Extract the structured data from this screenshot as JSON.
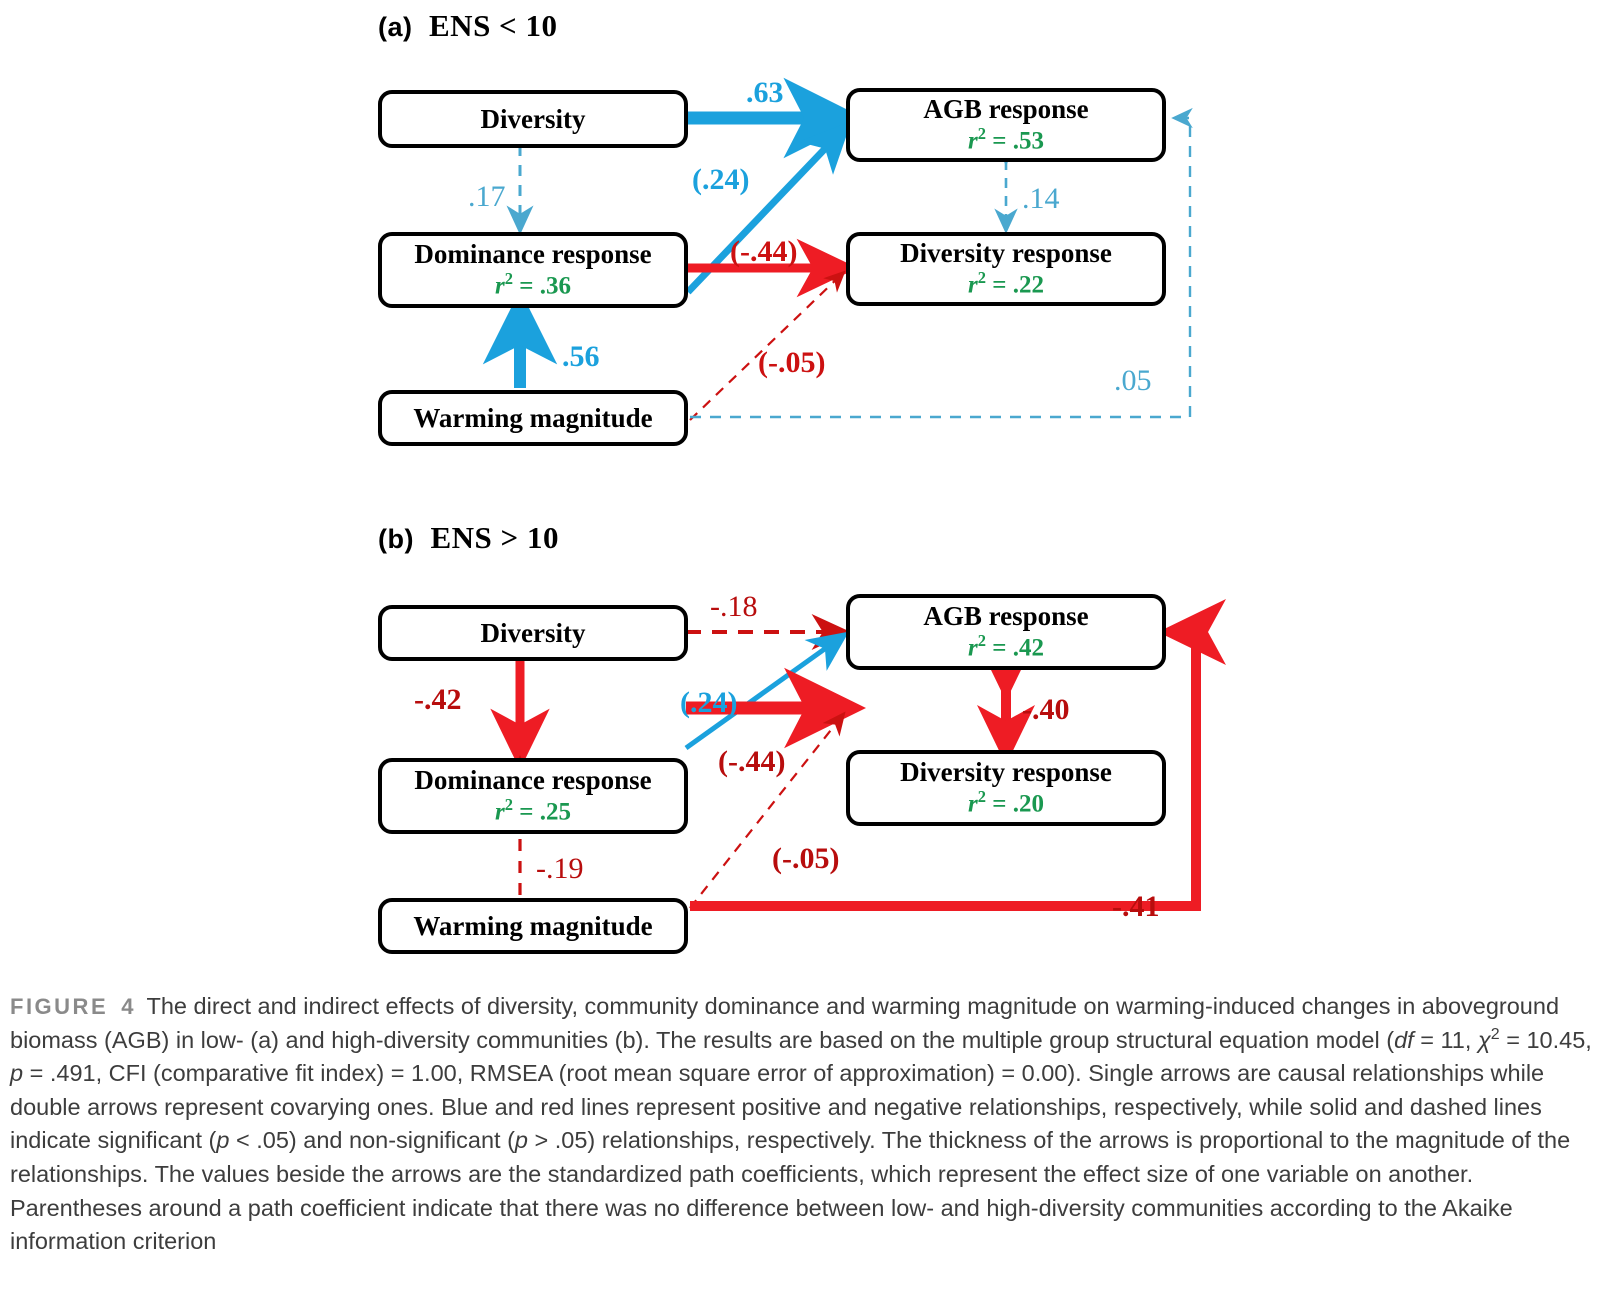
{
  "figure": {
    "tag": "FIGURE",
    "number": "4",
    "caption": "The direct and indirect effects of diversity, community dominance and warming magnitude on warming-induced changes in aboveground biomass (AGB) in low- (a) and high-diversity communities (b). The results are based on the multiple group structural equation model (df = 11, χ² = 10.45, p = .491, CFI (comparative fit index) = 1.00, RMSEA (root mean square error of approximation) = 0.00). Single arrows are causal relationships while double arrows represent covarying ones. Blue and red lines represent positive and negative relationships, respectively, while solid and dashed lines indicate significant (p < .05) and non-significant (p > .05) relationships, respectively. The thickness of the arrows is proportional to the magnitude of the relationships. The values beside the arrows are the standardized path coefficients, which represent the effect size of one variable on another. Parentheses around a path coefficient indicate that there was no difference between low- and high-diversity communities according to the Akaike information criterion",
    "caption_parts": {
      "p1": "The direct and indirect effects of diversity, community dominance and warming magnitude on warming-induced changes in aboveground biomass (AGB) in low- (a) and high-diversity communities (b). The results are based on the multiple group structural equation model (",
      "df_label": "df",
      "df_eq": " = 11, ",
      "chi": "χ",
      "chi_sup": "2",
      "chi_eq": " = 10.45, ",
      "p_label": "p",
      "p_eq": " = .491, CFI (comparative fit index) = 1.00, RMSEA (root mean square error of approximation) = 0.00). Single arrows are causal relationships while double arrows represent covarying ones. Blue and red lines represent positive and negative relationships, respectively, while solid and dashed lines indicate significant (",
      "p2": "p",
      "p2_eq": " < .05) and non-significant (",
      "p3": "p",
      "p3_eq": " > .05) relationships, respectively. The thickness of the arrows is proportional to the magnitude of the relationships. The values beside the arrows are the standardized path coefficients, which represent the effect size of one variable on another. Parentheses around a path coefficient indicate that there was no difference between low- and high-diversity communities according to the Akaike information criterion"
    }
  },
  "colors": {
    "blue": "#1ba1dd",
    "blue_soft": "#4aa8cf",
    "red": "#ee1c24",
    "red_label": "#cc1111",
    "red_dark_label": "#b80d0d",
    "green_r2": "#1a9850",
    "box_border": "#000000",
    "caption_text": "#3d3d3d"
  },
  "chart_data": {
    "type": "diagram",
    "diagram_kind": "structural-equation-model path diagram",
    "title": "The direct and indirect effects of diversity, community dominance and warming magnitude on warming-induced changes in aboveground biomass",
    "panels": [
      {
        "id": "a",
        "tag": "(a)",
        "title": "ENS < 10",
        "group": "low-diversity",
        "nodes": [
          {
            "id": "diversity",
            "label": "Diversity",
            "r2": null,
            "r2_text": ""
          },
          {
            "id": "dominance_response",
            "label": "Dominance response",
            "r2": 0.36,
            "r2_text": "r² = .36"
          },
          {
            "id": "warming_magnitude",
            "label": "Warming magnitude",
            "r2": null,
            "r2_text": ""
          },
          {
            "id": "agb_response",
            "label": "AGB response",
            "r2": 0.53,
            "r2_text": "r² = .53"
          },
          {
            "id": "diversity_response",
            "label": "Diversity response",
            "r2": 0.22,
            "r2_text": "r² = .22"
          }
        ],
        "paths": [
          {
            "from": "diversity",
            "to": "agb_response",
            "label": ".63",
            "value": 0.63,
            "sign": "positive",
            "color": "blue",
            "style": "solid",
            "arrow": "single",
            "significant": true,
            "parenthesized": false
          },
          {
            "from": "diversity",
            "to": "dominance_response",
            "label": ".17",
            "value": 0.17,
            "sign": "positive",
            "color": "blue_soft",
            "style": "dashed",
            "arrow": "single",
            "significant": false,
            "parenthesized": false
          },
          {
            "from": "dominance_response",
            "to": "agb_response",
            "label": "(.24)",
            "value": 0.24,
            "sign": "positive",
            "color": "blue",
            "style": "solid",
            "arrow": "single",
            "significant": true,
            "parenthesized": true
          },
          {
            "from": "dominance_response",
            "to": "diversity_response",
            "label": "(-.44)",
            "value": -0.44,
            "sign": "negative",
            "color": "red",
            "style": "solid",
            "arrow": "single",
            "significant": true,
            "parenthesized": true
          },
          {
            "from": "warming_magnitude",
            "to": "dominance_response",
            "label": ".56",
            "value": 0.56,
            "sign": "positive",
            "color": "blue",
            "style": "solid",
            "arrow": "single",
            "significant": true,
            "parenthesized": false
          },
          {
            "from": "warming_magnitude",
            "to": "diversity_response",
            "label": "(-.05)",
            "value": -0.05,
            "sign": "negative",
            "color": "red",
            "style": "dashed",
            "arrow": "single",
            "significant": false,
            "parenthesized": true
          },
          {
            "from": "warming_magnitude",
            "to": "agb_response",
            "label": ".05",
            "value": 0.05,
            "sign": "positive",
            "color": "blue_soft",
            "style": "dashed",
            "arrow": "single",
            "significant": false,
            "parenthesized": false
          },
          {
            "from": "agb_response",
            "to": "diversity_response",
            "label": ".14",
            "value": 0.14,
            "sign": "positive",
            "color": "blue_soft",
            "style": "dashed",
            "arrow": "double",
            "significant": false,
            "parenthesized": false
          }
        ]
      },
      {
        "id": "b",
        "tag": "(b)",
        "title": "ENS > 10",
        "group": "high-diversity",
        "nodes": [
          {
            "id": "diversity",
            "label": "Diversity",
            "r2": null,
            "r2_text": ""
          },
          {
            "id": "dominance_response",
            "label": "Dominance response",
            "r2": 0.25,
            "r2_text": "r² = .25"
          },
          {
            "id": "warming_magnitude",
            "label": "Warming magnitude",
            "r2": null,
            "r2_text": ""
          },
          {
            "id": "agb_response",
            "label": "AGB response",
            "r2": 0.42,
            "r2_text": "r² = .42"
          },
          {
            "id": "diversity_response",
            "label": "Diversity response",
            "r2": 0.2,
            "r2_text": "r² = .20"
          }
        ],
        "paths": [
          {
            "from": "diversity",
            "to": "agb_response",
            "label": "-.18",
            "value": -0.18,
            "sign": "negative",
            "color": "red",
            "style": "dashed",
            "arrow": "single",
            "significant": false,
            "parenthesized": false
          },
          {
            "from": "diversity",
            "to": "dominance_response",
            "label": "-.42",
            "value": -0.42,
            "sign": "negative",
            "color": "red",
            "style": "solid",
            "arrow": "single",
            "significant": true,
            "parenthesized": false
          },
          {
            "from": "dominance_response",
            "to": "agb_response",
            "label": "(.24)",
            "value": 0.24,
            "sign": "positive",
            "color": "blue",
            "style": "solid",
            "arrow": "single",
            "significant": true,
            "parenthesized": true
          },
          {
            "from": "dominance_response",
            "to": "diversity_response",
            "label": "(-.44)",
            "value": -0.44,
            "sign": "negative",
            "color": "red",
            "style": "solid",
            "arrow": "single",
            "significant": true,
            "parenthesized": true
          },
          {
            "from": "warming_magnitude",
            "to": "dominance_response",
            "label": "-.19",
            "value": -0.19,
            "sign": "negative",
            "color": "red",
            "style": "dashed",
            "arrow": "single",
            "significant": false,
            "parenthesized": false
          },
          {
            "from": "warming_magnitude",
            "to": "diversity_response",
            "label": "(-.05)",
            "value": -0.05,
            "sign": "negative",
            "color": "red",
            "style": "dashed",
            "arrow": "single",
            "significant": false,
            "parenthesized": true
          },
          {
            "from": "warming_magnitude",
            "to": "agb_response",
            "label": "-.41",
            "value": -0.41,
            "sign": "negative",
            "color": "red",
            "style": "solid",
            "arrow": "single",
            "significant": true,
            "parenthesized": false
          },
          {
            "from": "agb_response",
            "to": "diversity_response",
            "label": "-.40",
            "value": -0.4,
            "sign": "negative",
            "color": "red",
            "style": "solid",
            "arrow": "double",
            "significant": true,
            "parenthesized": false
          }
        ]
      }
    ],
    "model_fit": {
      "df": 11,
      "chi_square": 10.45,
      "p": 0.491,
      "CFI": 1.0,
      "RMSEA": 0.0
    }
  },
  "panel_a": {
    "tag": "(a)",
    "title": "ENS < 10",
    "nodes": {
      "diversity": "Diversity",
      "dominance": "Dominance response",
      "dominance_r2_lhs": "r",
      "dominance_r2": " = .36",
      "warming": "Warming magnitude",
      "agb": "AGB response",
      "agb_r2": " = .53",
      "divresp": "Diversity response",
      "divresp_r2": " = .22"
    },
    "coefs": {
      "div_agb": ".63",
      "div_dom": ".17",
      "dom_agb": "(.24)",
      "dom_divresp": "(-.44)",
      "warm_dom": ".56",
      "warm_divresp": "(-.05)",
      "warm_agb": ".05",
      "agb_divresp": ".14"
    }
  },
  "panel_b": {
    "tag": "(b)",
    "title": "ENS > 10",
    "nodes": {
      "diversity": "Diversity",
      "dominance": "Dominance response",
      "dominance_r2": " = .25",
      "warming": "Warming magnitude",
      "agb": "AGB response",
      "agb_r2": " = .42",
      "divresp": "Diversity response",
      "divresp_r2": " = .20"
    },
    "coefs": {
      "div_agb": "-.18",
      "div_dom": "-.42",
      "dom_agb": "(.24)",
      "dom_divresp": "(-.44)",
      "warm_dom": "-.19",
      "warm_divresp": "(-.05)",
      "warm_agb": "-.41",
      "agb_divresp": "-.40"
    }
  }
}
